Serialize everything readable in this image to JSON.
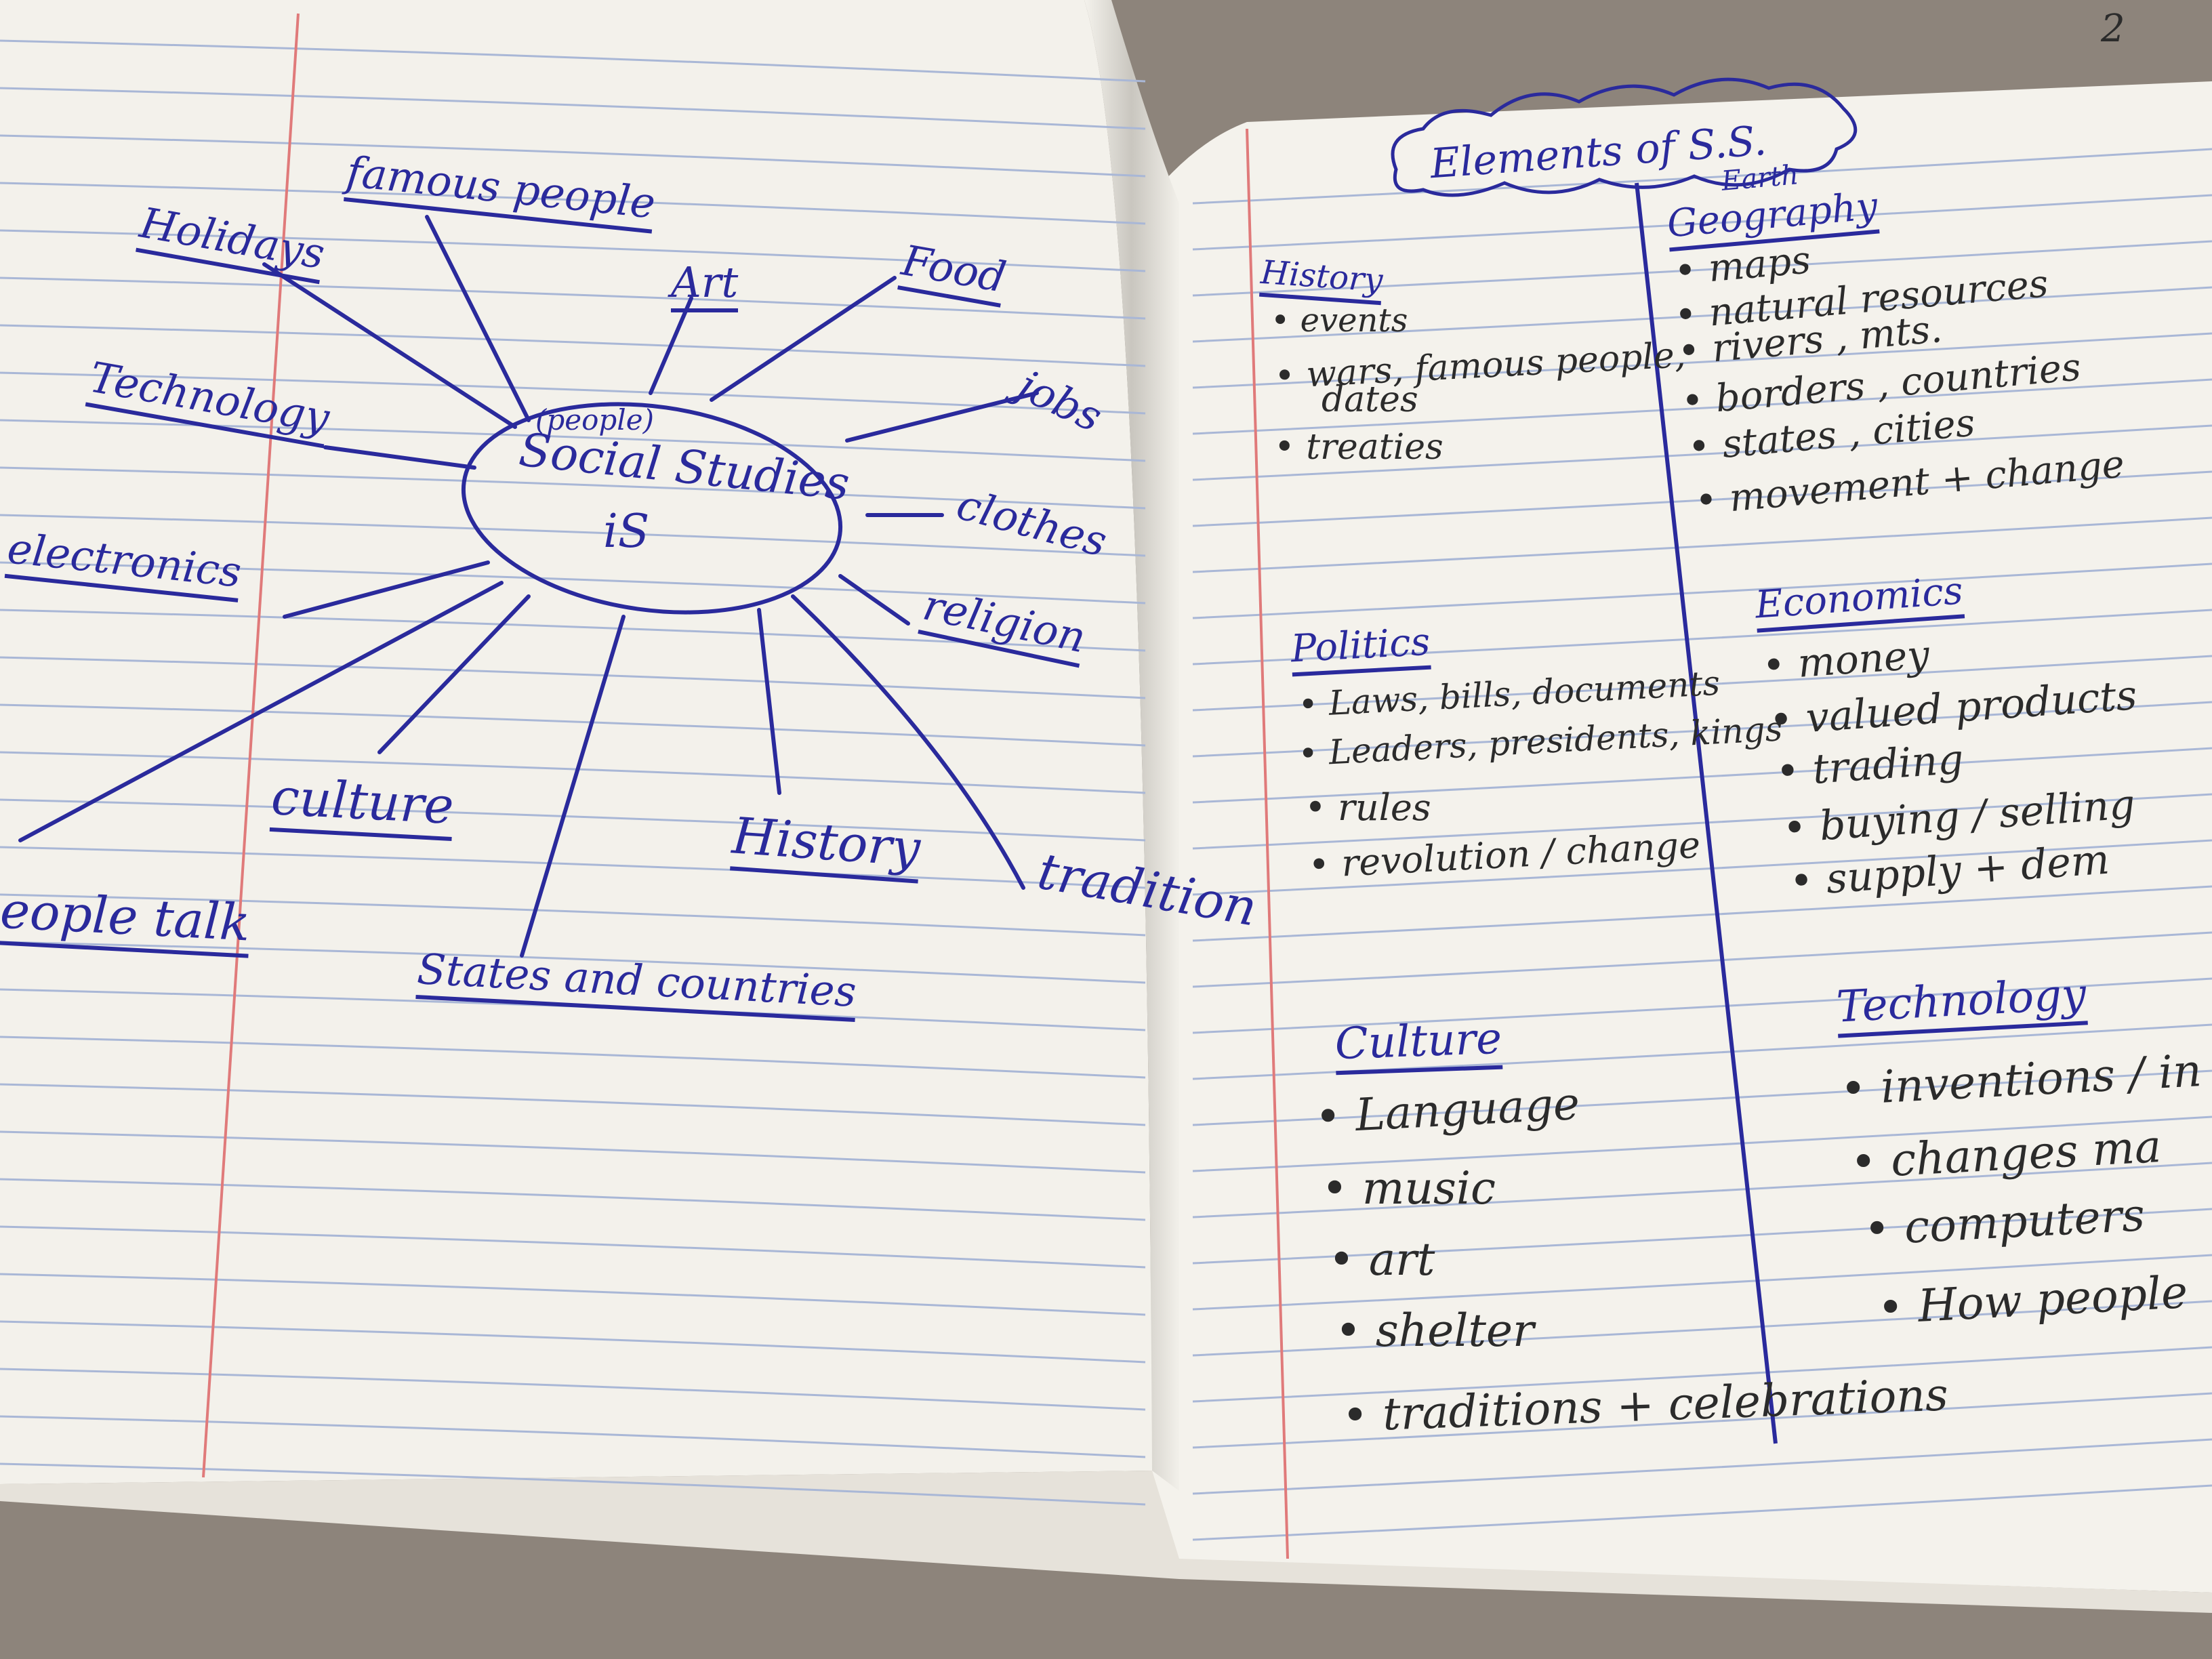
{
  "page_number": "2",
  "mind_map": {
    "center_note": "(people)",
    "center_line1": "Social Studies",
    "center_line2": "iS",
    "spokes": [
      "famous people",
      "Holidays",
      "Art",
      "Food",
      "Technology",
      "jobs",
      "electronics",
      "clothes",
      "religion",
      "culture",
      "History",
      "tradition",
      "eople talk",
      "States and countries"
    ]
  },
  "elements": {
    "title": "Elements of S.S.",
    "history": {
      "heading": "History",
      "items": [
        "events",
        "wars, famous people,",
        "dates",
        "treaties"
      ]
    },
    "geography": {
      "above": "Earth",
      "heading": "Geography",
      "items": [
        "maps",
        "natural resources",
        "rivers , mts.",
        "borders , countries",
        "states , cities",
        "movement + change"
      ]
    },
    "politics": {
      "heading": "Politics",
      "items": [
        "Laws, bills, documents",
        "Leaders, presidents, kings",
        "rules",
        "revolution / change"
      ]
    },
    "economics": {
      "heading": "Economics",
      "items": [
        "money",
        "valued products",
        "trading",
        "buying / selling",
        "supply + dem"
      ]
    },
    "culture": {
      "heading": "Culture",
      "items": [
        "Language",
        "music",
        "art",
        "shelter",
        "traditions + celebrations"
      ]
    },
    "technology": {
      "heading": "Technology",
      "items": [
        "inventions / in",
        "changes ma",
        "computers",
        "How people"
      ]
    }
  },
  "colors": {
    "ink": "#2a2a9c",
    "pencil": "#2b2b2b",
    "rule_line": "#a9b7d6",
    "margin_line": "#e07a7a",
    "paper": "#f4f2ec"
  }
}
